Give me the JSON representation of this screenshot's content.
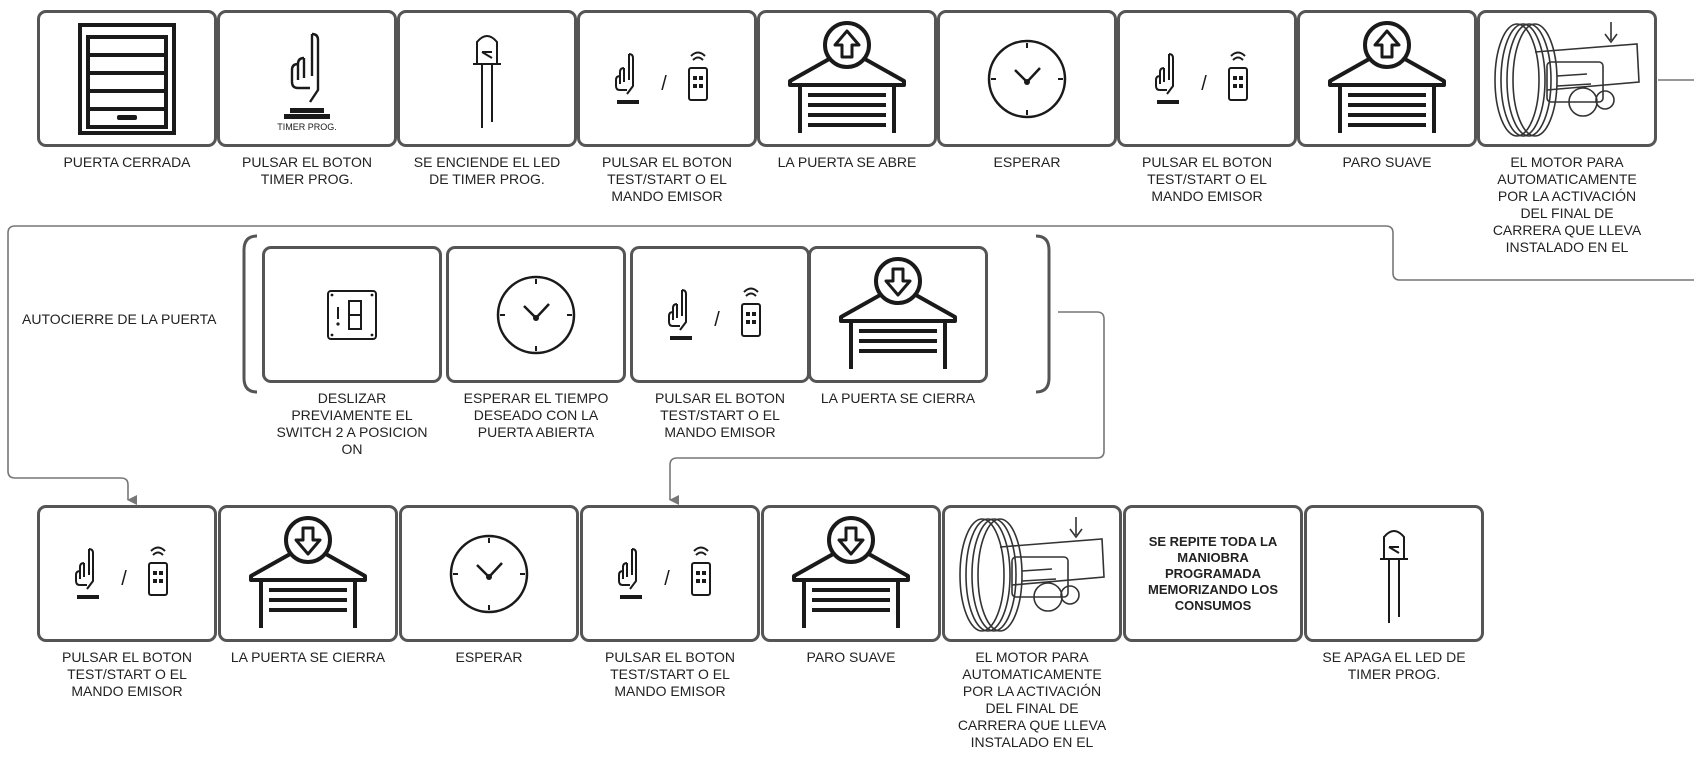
{
  "rows": {
    "top": [
      {
        "icon": "garage-door-closed-icon",
        "caption": "PUERTA CERRADA"
      },
      {
        "icon": "press-button-hand-icon",
        "button_text": "TIMER PROG.",
        "caption": "PULSAR EL BOTON\nTIMER PROG."
      },
      {
        "icon": "led-icon",
        "caption": "SE ENCIENDE EL LED\nDE TIMER PROG."
      },
      {
        "icon": "button-or-remote-icon",
        "separator": "/",
        "caption": "PULSAR EL BOTON\nTEST/START O EL\nMANDO EMISOR"
      },
      {
        "icon": "garage-open-arrow-up-icon",
        "caption": "LA PUERTA SE ABRE"
      },
      {
        "icon": "clock-icon",
        "caption": "ESPERAR"
      },
      {
        "icon": "button-or-remote-icon",
        "separator": "/",
        "caption": "PULSAR EL BOTON\nTEST/START O EL\nMANDO EMISOR"
      },
      {
        "icon": "garage-open-arrow-up-icon",
        "caption": "PARO SUAVE"
      },
      {
        "icon": "motor-limit-switch-icon",
        "caption": "EL MOTOR PARA\nAUTOMATICAMENTE\nPOR LA ACTIVACIÓN\nDEL FINAL DE\nCARRERA QUE LLEVA\nINSTALADO EN EL"
      }
    ],
    "middle": [
      {
        "icon": "dip-switch-icon",
        "caption": "DESLIZAR\nPREVIAMENTE EL\nSWITCH 2 A POSICION\nON"
      },
      {
        "icon": "clock-icon",
        "caption": "ESPERAR  EL TIEMPO\nDESEADO CON LA\nPUERTA ABIERTA"
      },
      {
        "icon": "button-or-remote-icon",
        "separator": "/",
        "caption": "PULSAR EL BOTON\nTEST/START O EL\nMANDO EMISOR"
      },
      {
        "icon": "garage-close-arrow-down-icon",
        "caption": "LA PUERTA SE CIERRA"
      }
    ],
    "bottom": [
      {
        "icon": "button-or-remote-icon",
        "separator": "/",
        "caption": "PULSAR EL BOTON\nTEST/START O EL\nMANDO EMISOR"
      },
      {
        "icon": "garage-close-arrow-down-icon",
        "caption": "LA PUERTA SE CIERRA"
      },
      {
        "icon": "clock-icon",
        "caption": "ESPERAR"
      },
      {
        "icon": "button-or-remote-icon",
        "separator": "/",
        "caption": "PULSAR EL BOTON\nTEST/START O EL\nMANDO EMISOR"
      },
      {
        "icon": "garage-close-arrow-down-icon",
        "caption": "PARO SUAVE"
      },
      {
        "icon": "motor-limit-switch-icon",
        "caption": "EL MOTOR PARA\nAUTOMATICAMENTE\nPOR LA ACTIVACIÓN\nDEL FINAL DE\nCARRERA QUE LLEVA\nINSTALADO EN EL"
      },
      {
        "icon": "none",
        "box_text": "SE REPITE TODA LA\nMANIOBRA\nPROGRAMADA\nMEMORIZANDO LOS\nCONSUMOS",
        "caption": ""
      },
      {
        "icon": "led-icon",
        "caption": "SE APAGA EL LED DE\nTIMER PROG."
      }
    ]
  },
  "autocierre_label": "AUTOCIERRE DE LA PUERTA",
  "colors": {
    "border": "#555555",
    "icon_stroke": "#1a1a1a",
    "connector": "#777777"
  }
}
